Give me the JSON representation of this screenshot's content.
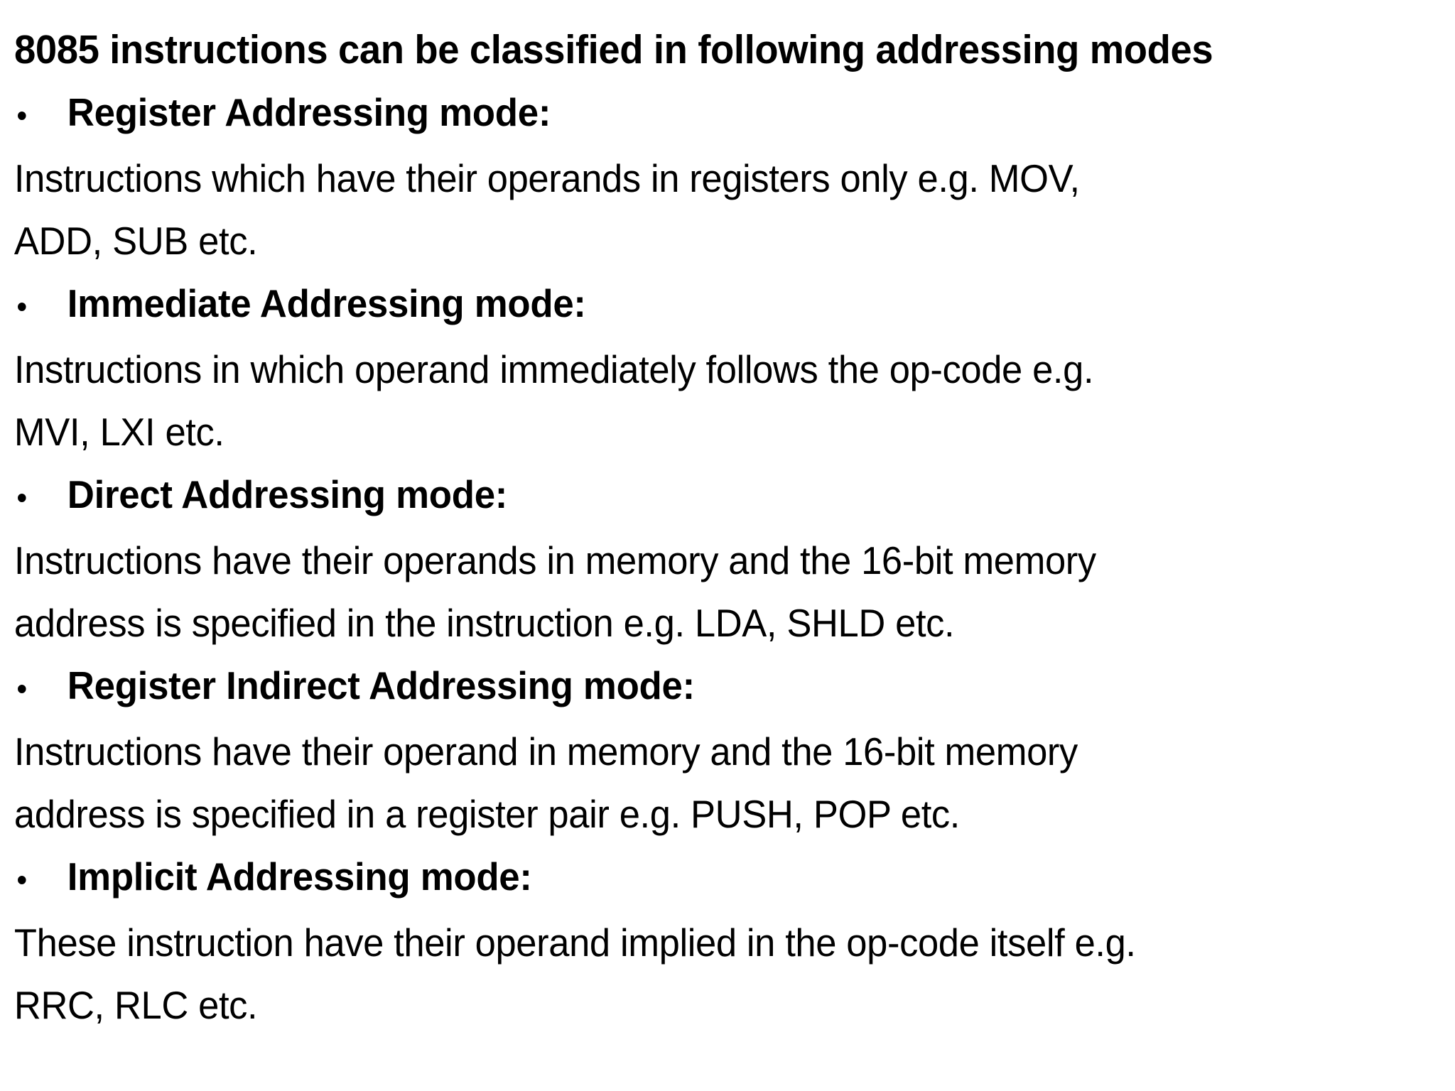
{
  "slide": {
    "title": "8085 instructions can be classified in following addressing modes",
    "bullet_glyph": "•",
    "background_color": "#ffffff",
    "text_color": "#000000",
    "modes": [
      {
        "heading": "Register Addressing mode:",
        "body_lines": [
          "Instructions which have their operands in registers only e.g. MOV,",
          "ADD, SUB etc."
        ]
      },
      {
        "heading": "Immediate Addressing mode:",
        "body_lines": [
          "Instructions in which operand immediately follows the op-code e.g.",
          "MVI, LXI etc."
        ]
      },
      {
        "heading": "Direct Addressing mode:",
        "body_lines": [
          "Instructions have their operands in memory and the 16-bit memory",
          "address is specified in the instruction e.g. LDA, SHLD etc."
        ]
      },
      {
        "heading": "Register Indirect Addressing mode:",
        "body_lines": [
          "Instructions have their operand in memory and the 16-bit memory",
          "address is specified in a register pair e.g. PUSH, POP etc."
        ]
      },
      {
        "heading": "Implicit Addressing mode:",
        "body_lines": [
          "These instruction have their operand implied in the op-code itself e.g.",
          "RRC, RLC etc."
        ]
      }
    ]
  }
}
